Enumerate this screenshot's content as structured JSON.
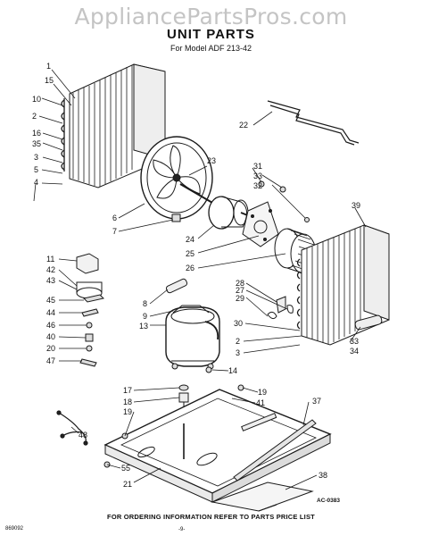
{
  "watermark": "AppliancePartsPros.com",
  "title": "UNIT PARTS",
  "model": "For Model ADF 213-42",
  "footer": "FOR ORDERING INFORMATION REFER TO PARTS PRICE LIST",
  "diagram_code": "AC-0383",
  "doc_code": "869092",
  "page_marker": "-9-",
  "callouts": [
    {
      "id": "c1",
      "text": "1"
    },
    {
      "id": "c15",
      "text": "15"
    },
    {
      "id": "c10",
      "text": "10"
    },
    {
      "id": "c2a",
      "text": "2"
    },
    {
      "id": "c16",
      "text": "16"
    },
    {
      "id": "c35",
      "text": "35"
    },
    {
      "id": "c3a",
      "text": "3"
    },
    {
      "id": "c5",
      "text": "5"
    },
    {
      "id": "c4",
      "text": "4"
    },
    {
      "id": "c6",
      "text": "6"
    },
    {
      "id": "c7",
      "text": "7"
    },
    {
      "id": "c23a",
      "text": "23"
    },
    {
      "id": "c22",
      "text": "22"
    },
    {
      "id": "c31",
      "text": "31"
    },
    {
      "id": "c33a",
      "text": "33"
    },
    {
      "id": "c32",
      "text": "32"
    },
    {
      "id": "c39",
      "text": "39"
    },
    {
      "id": "c24",
      "text": "24"
    },
    {
      "id": "c25",
      "text": "25"
    },
    {
      "id": "c26",
      "text": "26"
    },
    {
      "id": "c11",
      "text": "11"
    },
    {
      "id": "c42",
      "text": "42"
    },
    {
      "id": "c43",
      "text": "43"
    },
    {
      "id": "c45",
      "text": "45"
    },
    {
      "id": "c44",
      "text": "44"
    },
    {
      "id": "c46",
      "text": "46"
    },
    {
      "id": "c40",
      "text": "40"
    },
    {
      "id": "c20",
      "text": "20"
    },
    {
      "id": "c47",
      "text": "47"
    },
    {
      "id": "c8",
      "text": "8"
    },
    {
      "id": "c9",
      "text": "9"
    },
    {
      "id": "c13",
      "text": "13"
    },
    {
      "id": "c28",
      "text": "28"
    },
    {
      "id": "c27",
      "text": "27"
    },
    {
      "id": "c29",
      "text": "29"
    },
    {
      "id": "c30",
      "text": "30"
    },
    {
      "id": "c2b",
      "text": "2"
    },
    {
      "id": "c3b",
      "text": "3"
    },
    {
      "id": "c33b",
      "text": "33"
    },
    {
      "id": "c34",
      "text": "34"
    },
    {
      "id": "c14",
      "text": "14"
    },
    {
      "id": "c17",
      "text": "17"
    },
    {
      "id": "c18",
      "text": "18"
    },
    {
      "id": "c19a",
      "text": "19"
    },
    {
      "id": "c19b",
      "text": "19"
    },
    {
      "id": "c41",
      "text": "41"
    },
    {
      "id": "c37",
      "text": "37"
    },
    {
      "id": "c48",
      "text": "48"
    },
    {
      "id": "c55",
      "text": "55"
    },
    {
      "id": "c21",
      "text": "21"
    },
    {
      "id": "c38",
      "text": "38"
    }
  ]
}
